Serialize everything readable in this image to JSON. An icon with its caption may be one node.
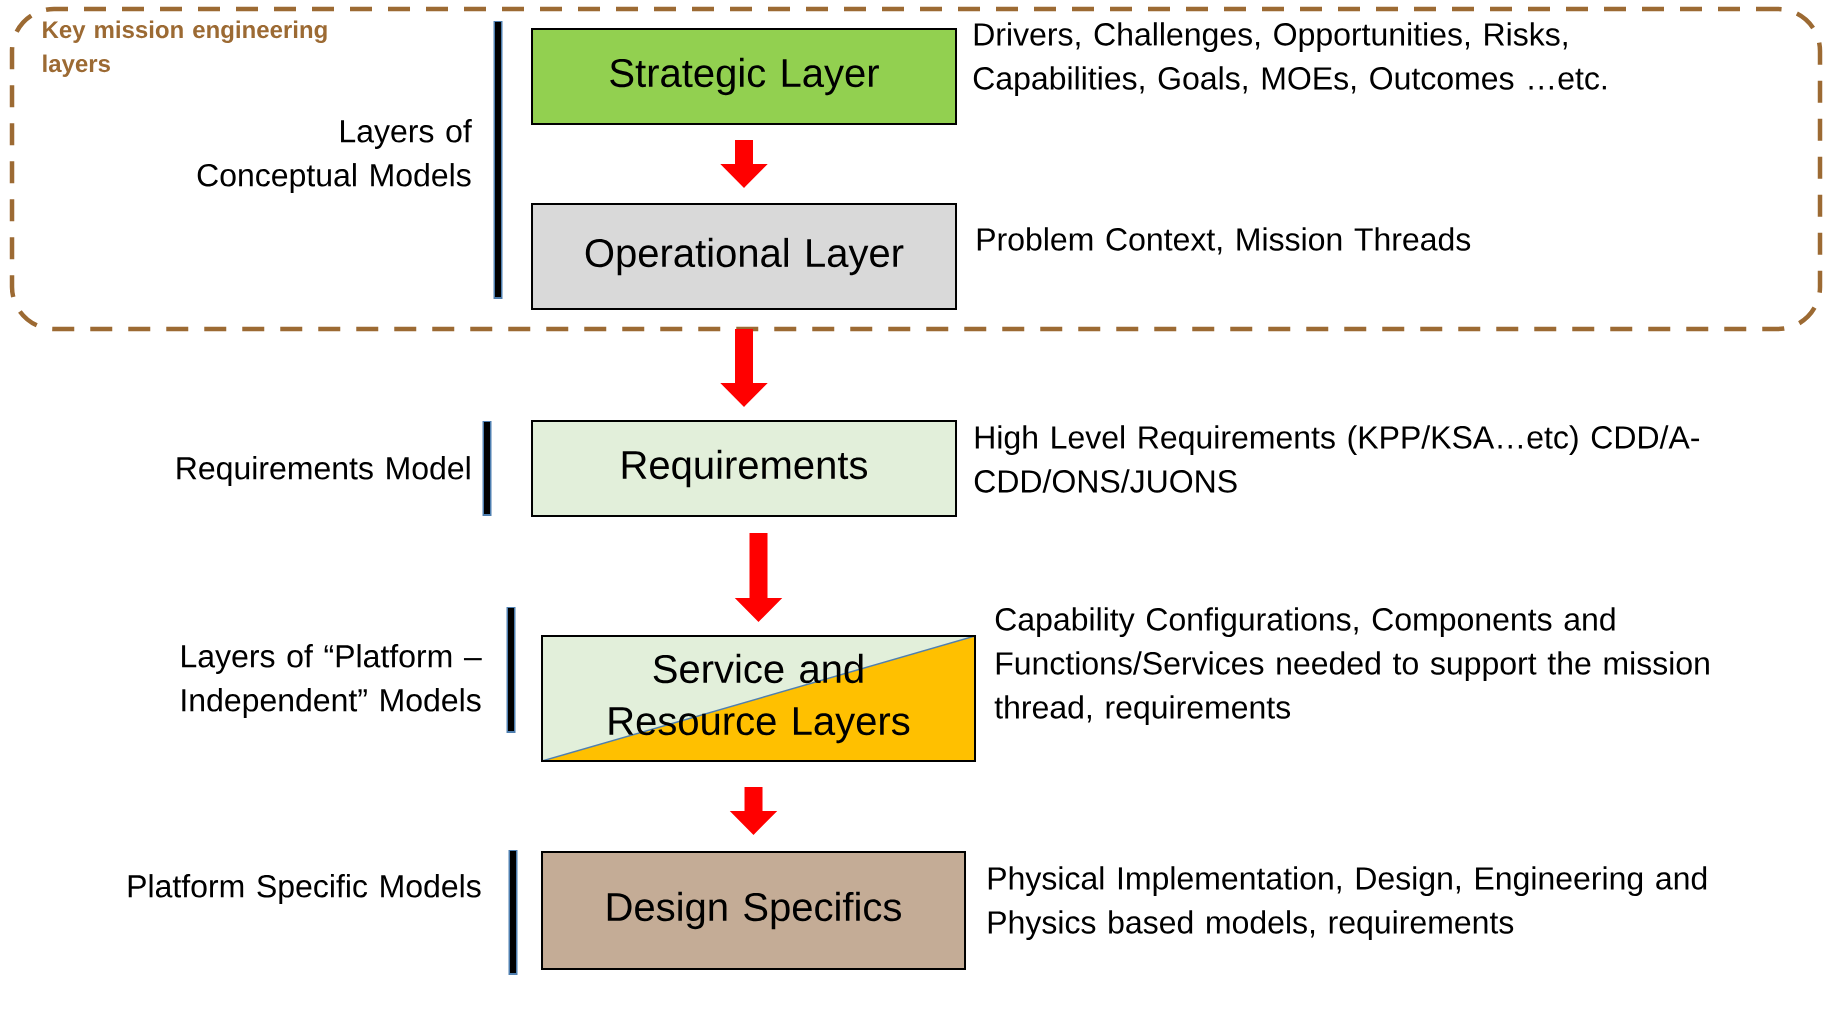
{
  "diagram": {
    "nodes": [
      {
        "text": [
          "Key mission engineering layers"
        ]
      },
      {
        "text": [
          "Strategic Layer"
        ],
        "in": 0,
        "beside": [
          "Drivers, Challenges, Opportunities, Risks, Capabilities, Goals, MOEs, Outcomes …etc."
        ]
      },
      {
        "text": [
          "Operational Layer"
        ],
        "in": 0,
        "beside": [
          "Problem Context, Mission Threads"
        ]
      },
      {
        "text": [
          "Requirements"
        ],
        "beside": [
          "High Level Requirements (KPP/KSA…etc) CDD/A-CDD/ONS/JUONS"
        ]
      },
      {
        "text": [
          "Service and Resource Layers"
        ],
        "beside": [
          "Capability Configurations, Components and Functions/Services needed to support the mission thread, requirements"
        ]
      },
      {
        "text": [
          "Design Specifics"
        ],
        "beside": [
          "Physical Implementation, Design, Engineering and Physics based models, requirements"
        ]
      }
    ],
    "edges": [
      {
        "from": 1,
        "to": 2,
        "arrow": "to"
      },
      {
        "from": 0,
        "to": 3,
        "arrow": "to"
      },
      {
        "from": 3,
        "to": 4,
        "arrow": "to"
      },
      {
        "from": 4,
        "to": 5,
        "arrow": "to"
      }
    ],
    "labels": [
      "Layers of Conceptual Models",
      "Requirements Model",
      "Layers of “Platform – Independent” Models",
      "Platform Specific Models"
    ]
  }
}
